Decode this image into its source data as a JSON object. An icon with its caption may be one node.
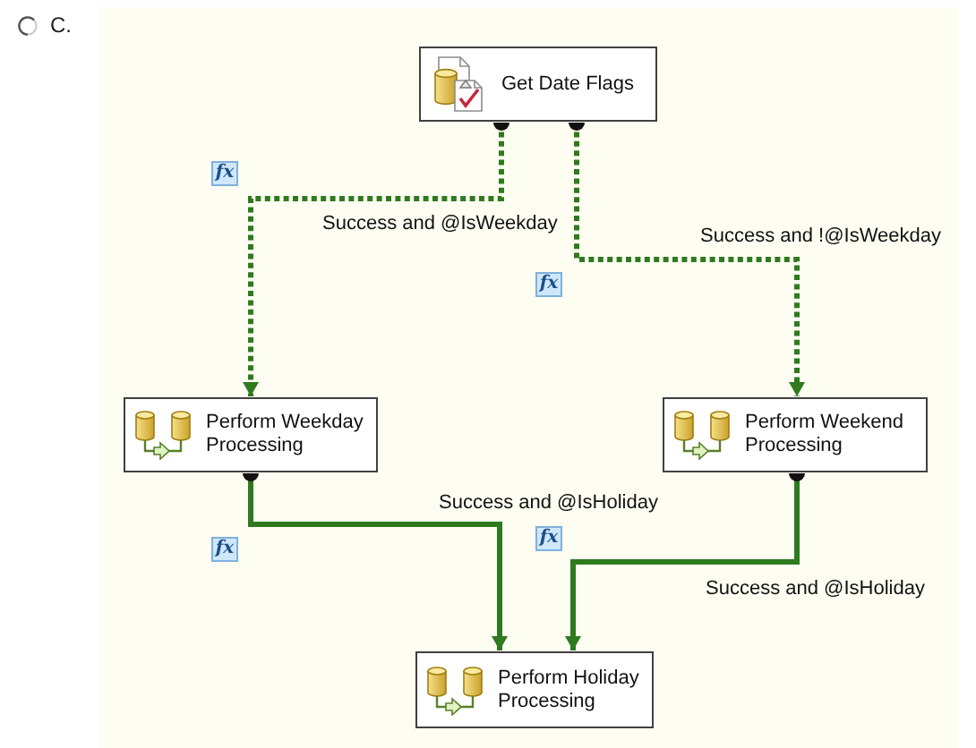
{
  "diagram": {
    "nodes": [
      {
        "text": [
          "Get Date Flags"
        ]
      },
      {
        "text": [
          "Perform Weekday Processing"
        ]
      },
      {
        "text": [
          "Perform Weekend Processing"
        ]
      },
      {
        "text": [
          "Perform Holiday Processing"
        ]
      }
    ],
    "edges": [
      {
        "from": 0,
        "to": 1,
        "arrow": "to",
        "label": "Success and @IsWeekday",
        "style": "dashed"
      },
      {
        "from": 0,
        "to": 2,
        "arrow": "to",
        "label": "Success and !@IsWeekday",
        "style": "dashed"
      },
      {
        "from": 1,
        "to": 3,
        "arrow": "to",
        "label": "Success and @IsHoliday"
      },
      {
        "from": 2,
        "to": 3,
        "arrow": "to",
        "label": "Success and @IsHoliday"
      }
    ],
    "labels": [
      "C.",
      "fx",
      "fx",
      "fx",
      "fx"
    ]
  }
}
